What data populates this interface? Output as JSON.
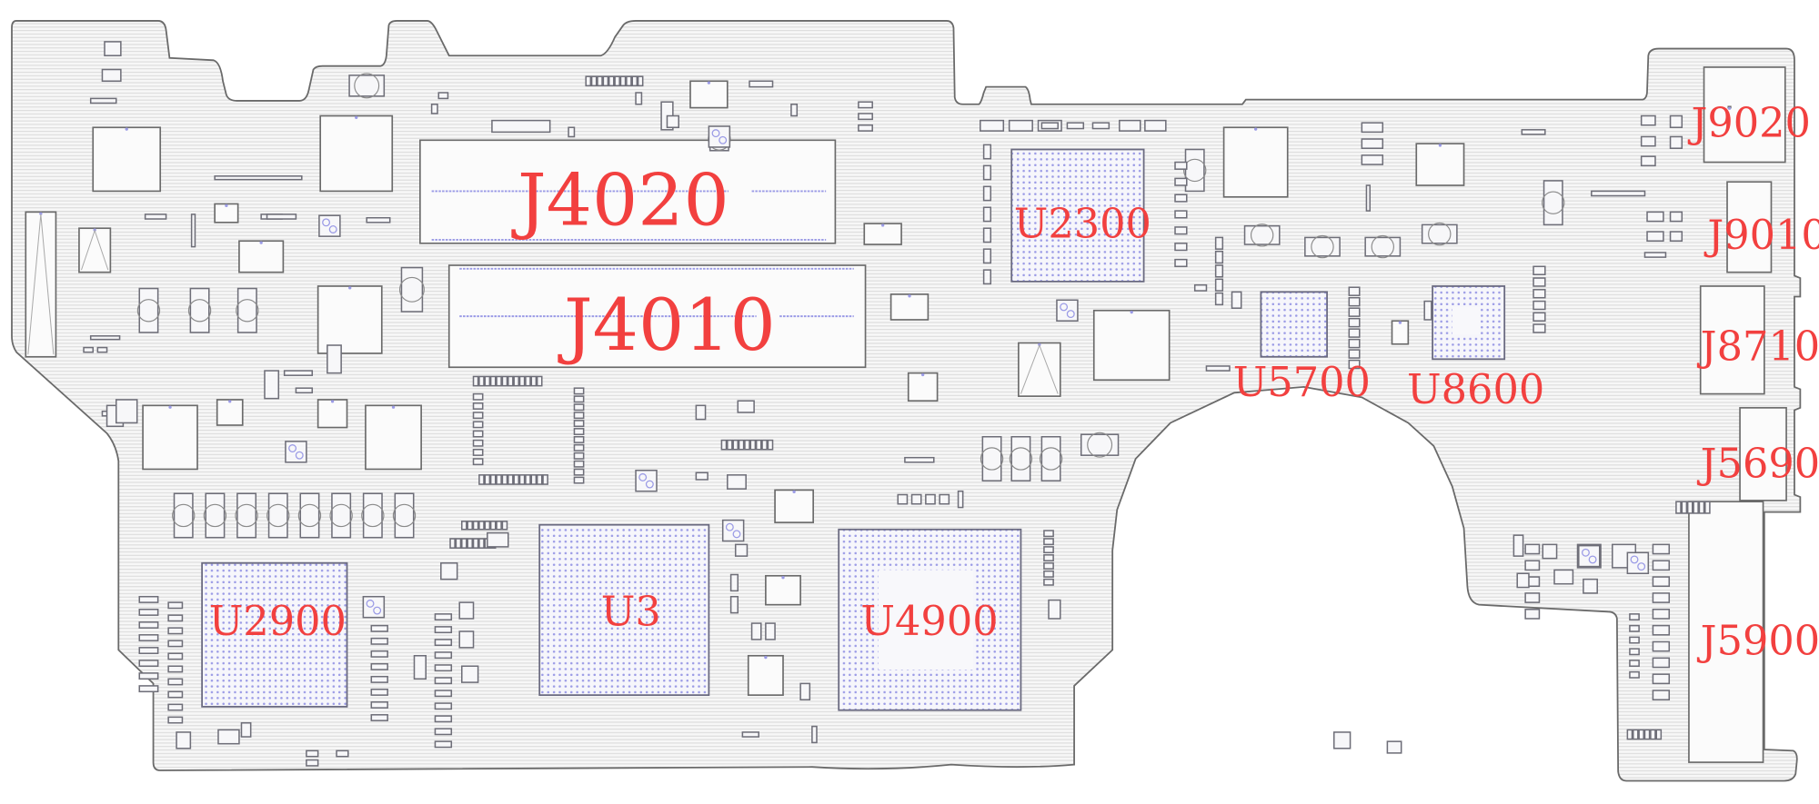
{
  "title": "Logic board component layout",
  "colors": {
    "label": "#f2403f",
    "outline": "#6a6a6a",
    "pad": "#9b9be6",
    "board": "#f4f4f4"
  },
  "labels": {
    "j4020": "J4020",
    "j4010": "J4010",
    "u2300": "U2300",
    "u5700": "U5700",
    "u8600": "U8600",
    "j9020": "J9020",
    "j9010": "J9010",
    "j8710": "J8710",
    "j5690": "J5690",
    "j5900": "J5900",
    "u2900": "U2900",
    "u3": "U3",
    "u4900": "U4900"
  }
}
